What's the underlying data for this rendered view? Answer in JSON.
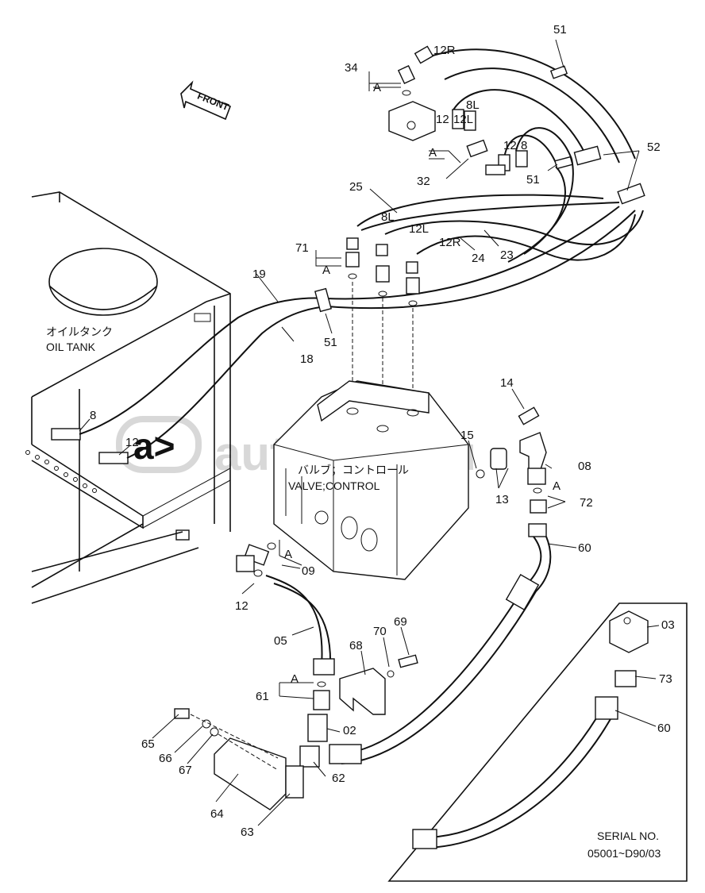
{
  "watermark": "autopiter.ru",
  "front_label": "FRONT",
  "labels": {
    "oil_tank_jp": "オイルタンク",
    "oil_tank_en": "OIL TANK",
    "valve_jp": "バルブ；コントロール",
    "valve_en": "VALVE;CONTROL"
  },
  "serial": {
    "label": "SERIAL NO.",
    "range": "05001~D90/03"
  },
  "callouts": {
    "c34": "34",
    "cA1": "A",
    "c12R_top": "12R",
    "c51_top": "51",
    "c8L_top": "8L",
    "c12_top": "12",
    "c12L_top": "12L",
    "c12_mid": "12",
    "c8_mid": "8",
    "cA2": "A",
    "c32": "32",
    "c51_mid": "51",
    "c52": "52",
    "c25": "25",
    "c8L": "8L",
    "c12L": "12L",
    "c12R": "12R",
    "c71": "71",
    "cA3": "A",
    "c24": "24",
    "c23": "23",
    "c19": "19",
    "c18": "18",
    "c51_low": "51",
    "c8_tank": "8",
    "c12_tank": "12",
    "c14": "14",
    "c15": "15",
    "c08": "08",
    "c13": "13",
    "cA4": "A",
    "c72": "72",
    "c60": "60",
    "cA5": "A",
    "c09": "09",
    "c12_low": "12",
    "c05": "05",
    "c69": "69",
    "c70": "70",
    "c68": "68",
    "cA6": "A",
    "c61": "61",
    "c02": "02",
    "c65": "65",
    "c66": "66",
    "c67": "67",
    "c62": "62",
    "c64": "64",
    "c63": "63",
    "c03": "03",
    "c73": "73",
    "c60_box": "60"
  }
}
